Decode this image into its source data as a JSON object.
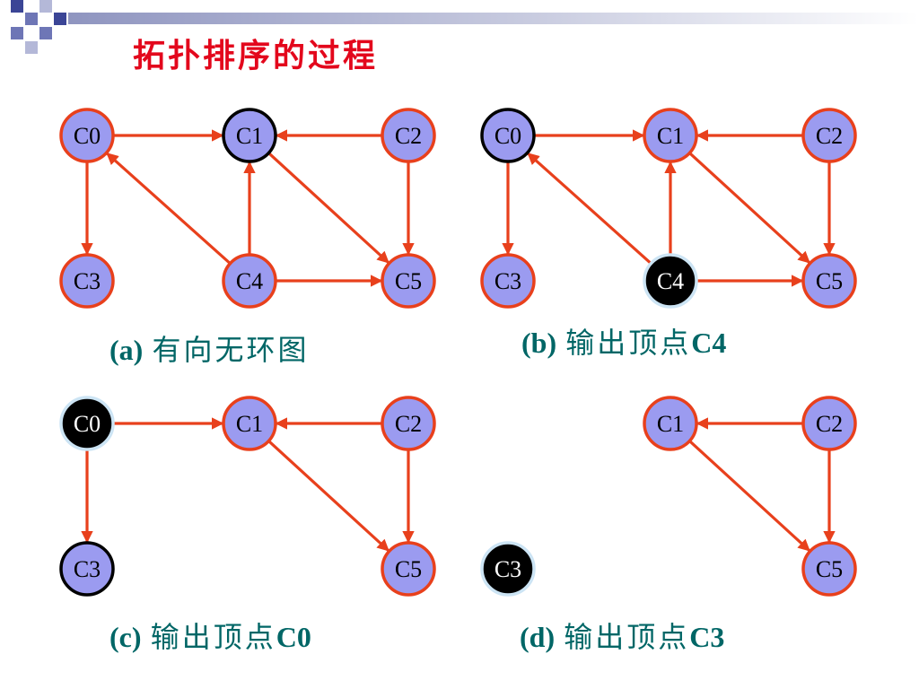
{
  "title": "拓扑排序的过程",
  "colors": {
    "title": "#e3071c",
    "edge": "#e8401c",
    "node_fill": "#9b9bf0",
    "node_border": "#e8401c",
    "output_fill": "#000000",
    "output_border": "#cce4f4",
    "caption": "#006666"
  },
  "panels": [
    {
      "id": "a",
      "caption": {
        "tag": "(a)",
        "text": "有向无环图",
        "node": ""
      },
      "nodes": [
        {
          "id": "C0",
          "label": "C0",
          "state": "normal"
        },
        {
          "id": "C1",
          "label": "C1",
          "state": "highlight"
        },
        {
          "id": "C2",
          "label": "C2",
          "state": "normal"
        },
        {
          "id": "C3",
          "label": "C3",
          "state": "normal"
        },
        {
          "id": "C4",
          "label": "C4",
          "state": "normal"
        },
        {
          "id": "C5",
          "label": "C5",
          "state": "normal"
        }
      ],
      "edges": [
        {
          "from": "C0",
          "to": "C1"
        },
        {
          "from": "C2",
          "to": "C1"
        },
        {
          "from": "C0",
          "to": "C3"
        },
        {
          "from": "C4",
          "to": "C0"
        },
        {
          "from": "C4",
          "to": "C1"
        },
        {
          "from": "C1",
          "to": "C5"
        },
        {
          "from": "C2",
          "to": "C5"
        },
        {
          "from": "C4",
          "to": "C5"
        }
      ]
    },
    {
      "id": "b",
      "caption": {
        "tag": "(b)",
        "text": "输出顶点",
        "node": "C4"
      },
      "nodes": [
        {
          "id": "C0",
          "label": "C0",
          "state": "highlight"
        },
        {
          "id": "C1",
          "label": "C1",
          "state": "normal"
        },
        {
          "id": "C2",
          "label": "C2",
          "state": "normal"
        },
        {
          "id": "C3",
          "label": "C3",
          "state": "normal"
        },
        {
          "id": "C4",
          "label": "C4",
          "state": "output"
        },
        {
          "id": "C5",
          "label": "C5",
          "state": "normal"
        }
      ],
      "edges": [
        {
          "from": "C0",
          "to": "C1"
        },
        {
          "from": "C2",
          "to": "C1"
        },
        {
          "from": "C0",
          "to": "C3"
        },
        {
          "from": "C4",
          "to": "C0"
        },
        {
          "from": "C4",
          "to": "C1"
        },
        {
          "from": "C1",
          "to": "C5"
        },
        {
          "from": "C2",
          "to": "C5"
        },
        {
          "from": "C4",
          "to": "C5"
        }
      ]
    },
    {
      "id": "c",
      "caption": {
        "tag": "(c)",
        "text": "输出顶点",
        "node": "C0"
      },
      "nodes": [
        {
          "id": "C0",
          "label": "C0",
          "state": "output"
        },
        {
          "id": "C1",
          "label": "C1",
          "state": "normal"
        },
        {
          "id": "C2",
          "label": "C2",
          "state": "normal"
        },
        {
          "id": "C3",
          "label": "C3",
          "state": "highlight"
        },
        {
          "id": "C5",
          "label": "C5",
          "state": "normal"
        }
      ],
      "edges": [
        {
          "from": "C0",
          "to": "C1"
        },
        {
          "from": "C2",
          "to": "C1"
        },
        {
          "from": "C0",
          "to": "C3"
        },
        {
          "from": "C1",
          "to": "C5"
        },
        {
          "from": "C2",
          "to": "C5"
        }
      ]
    },
    {
      "id": "d",
      "caption": {
        "tag": "(d)",
        "text": "输出顶点",
        "node": "C3"
      },
      "nodes": [
        {
          "id": "C1",
          "label": "C1",
          "state": "normal"
        },
        {
          "id": "C2",
          "label": "C2",
          "state": "normal"
        },
        {
          "id": "C3",
          "label": "C3",
          "state": "output"
        },
        {
          "id": "C5",
          "label": "C5",
          "state": "normal"
        }
      ],
      "edges": [
        {
          "from": "C2",
          "to": "C1"
        },
        {
          "from": "C1",
          "to": "C5"
        },
        {
          "from": "C2",
          "to": "C5"
        }
      ]
    }
  ]
}
